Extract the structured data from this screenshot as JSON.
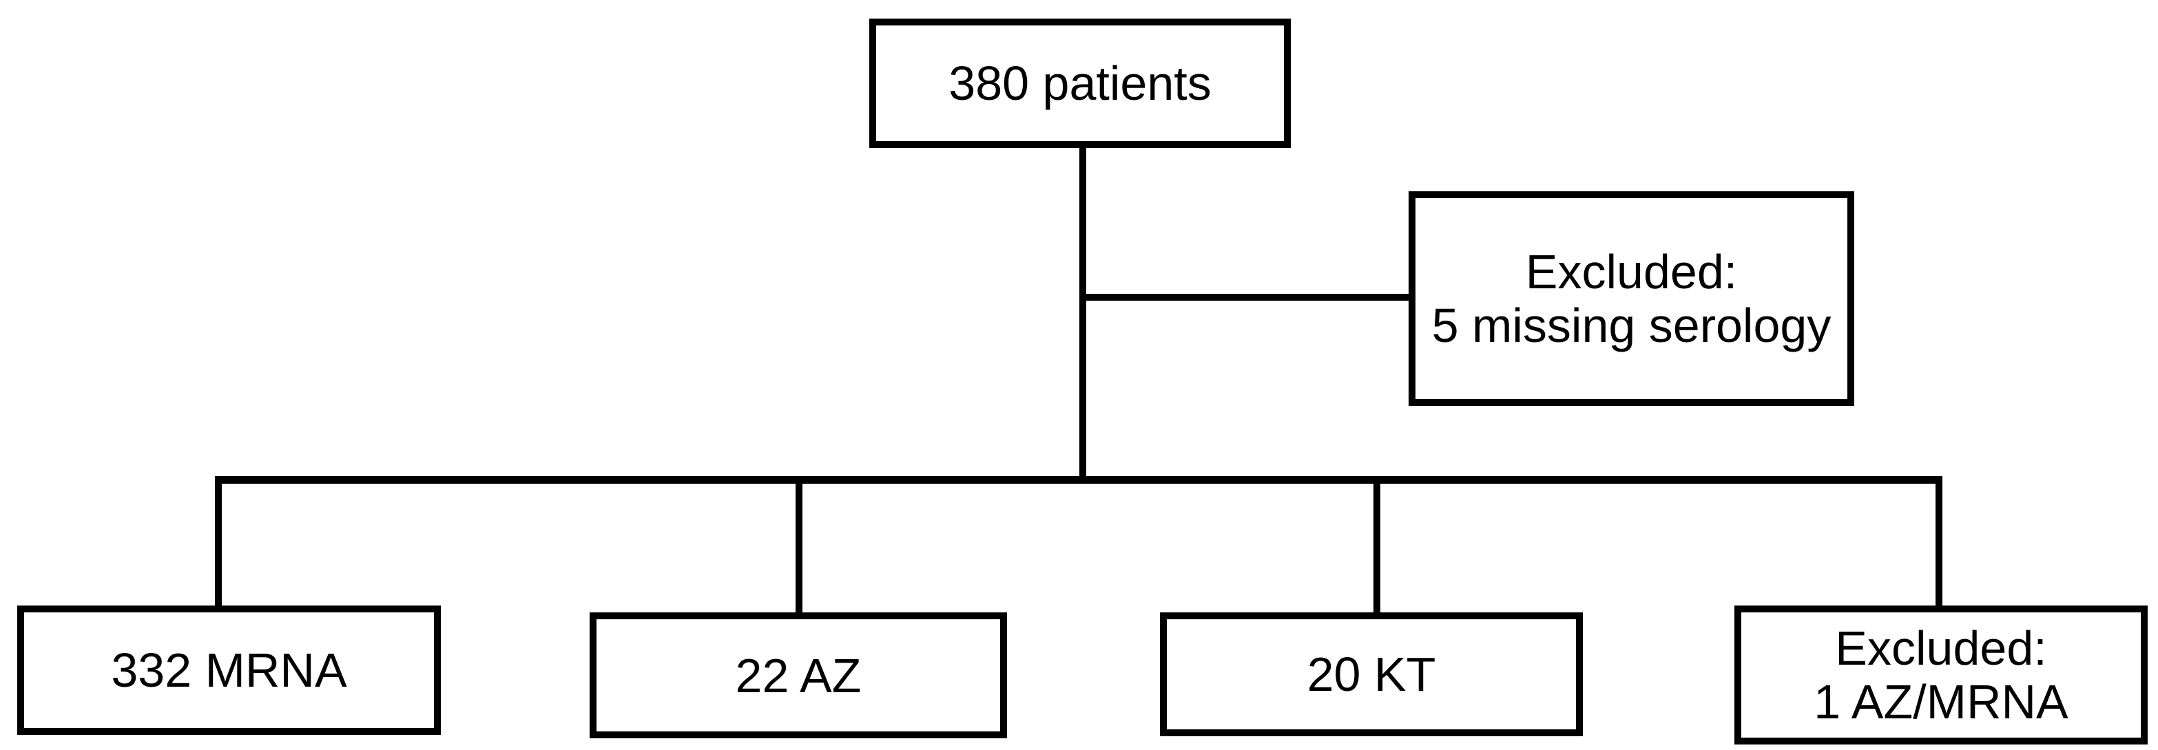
{
  "nodes": {
    "patients": {
      "label": "380 patients"
    },
    "excluded_serology": {
      "line1": "Excluded:",
      "line2": "5 missing serology"
    },
    "mrna": {
      "label": "332 MRNA"
    },
    "az": {
      "label": "22 AZ"
    },
    "kt": {
      "label": "20 KT"
    },
    "excluded_az_mrna": {
      "line1": "Excluded:",
      "line2": "1 AZ/MRNA"
    }
  },
  "colors": {
    "background": "#ffffff",
    "box_border": "#000000",
    "connector": "#000000",
    "text": "#000000"
  }
}
